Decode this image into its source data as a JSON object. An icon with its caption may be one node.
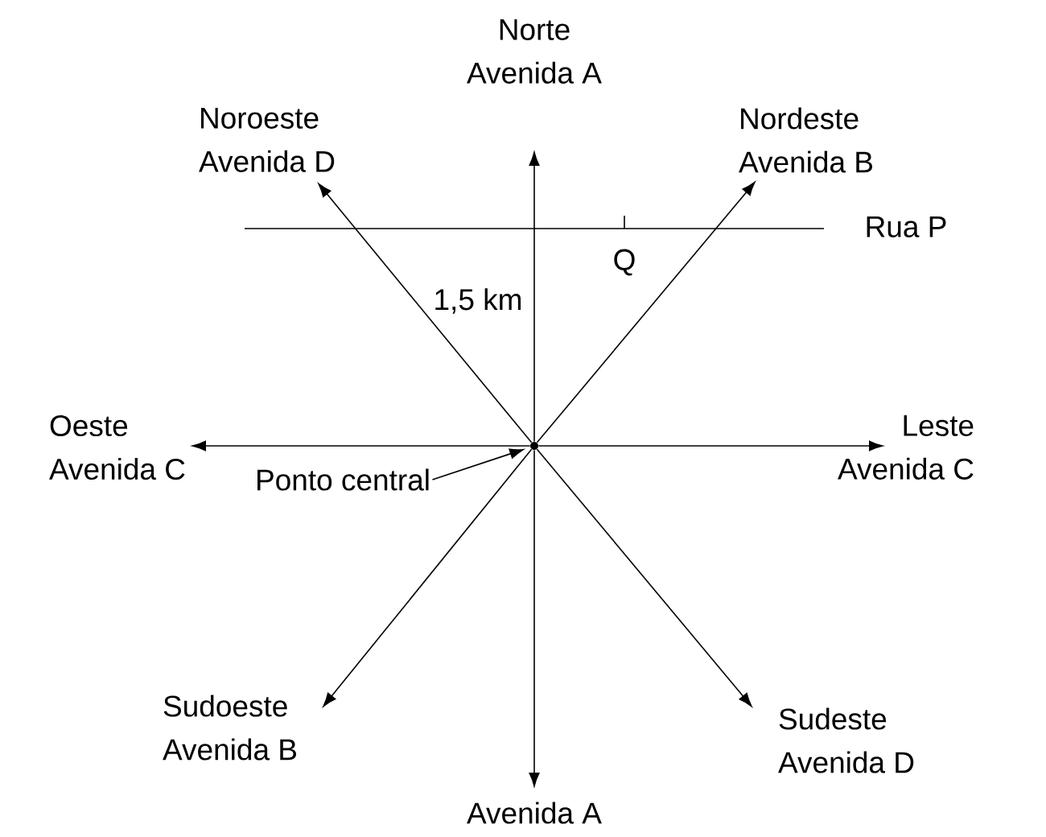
{
  "diagram": {
    "nodes": [
      {
        "text": [],
        "shape": "circle"
      },
      {
        "text": [
          "Norte",
          "Avenida A"
        ]
      },
      {
        "text": [
          "Noroeste",
          "Avenida D"
        ]
      },
      {
        "text": [
          "Nordeste",
          "Avenida B"
        ]
      },
      {
        "text": [
          "Oeste",
          "Avenida C"
        ]
      },
      {
        "text": [
          "Leste",
          "Avenida C"
        ]
      },
      {
        "text": [
          "Sudoeste",
          "Avenida B"
        ]
      },
      {
        "text": [
          "Sudeste",
          "Avenida D"
        ]
      },
      {
        "text": [
          "Avenida A"
        ]
      },
      {
        "text": [
          "Ponto central"
        ]
      }
    ],
    "edges": [
      {
        "from": 0,
        "to": 1,
        "arrow": "to"
      },
      {
        "from": 0,
        "to": 2,
        "arrow": "to"
      },
      {
        "from": 0,
        "to": 3,
        "arrow": "to"
      },
      {
        "from": 0,
        "to": 4,
        "arrow": "to"
      },
      {
        "from": 0,
        "to": 5,
        "arrow": "to"
      },
      {
        "from": 0,
        "to": 6,
        "arrow": "to"
      },
      {
        "from": 0,
        "to": 7,
        "arrow": "to"
      },
      {
        "from": 0,
        "to": 8,
        "arrow": "to"
      },
      {
        "from": 9,
        "to": 0,
        "arrow": "to"
      }
    ],
    "labels": [
      "Rua P",
      "Q",
      "1,5 km"
    ]
  }
}
